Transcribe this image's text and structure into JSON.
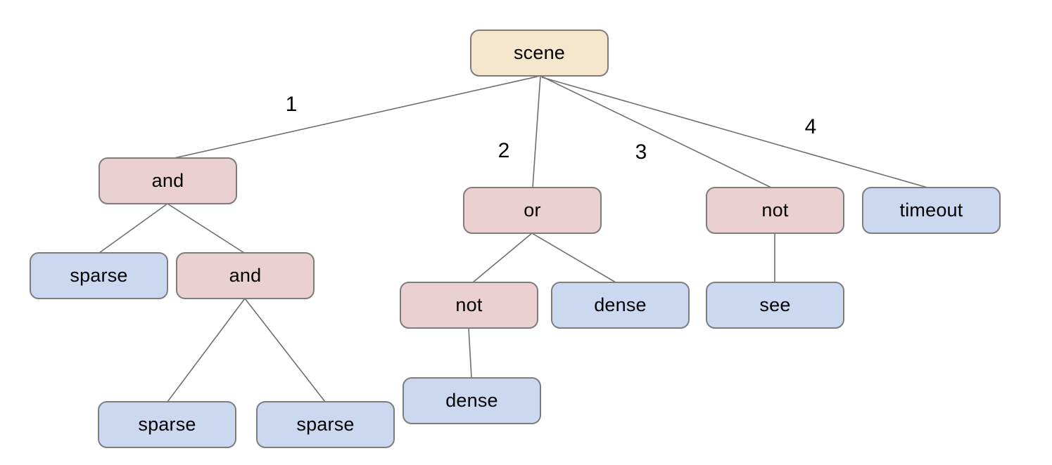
{
  "diagram_type": "tree",
  "colors": {
    "root_fill": "#f5e7cd",
    "operator_fill": "#ead0d0",
    "leaf_fill": "#ccd7f0",
    "node_border": "#7d7d7d",
    "edge_line": "#6f6f6f",
    "text": "#000000",
    "background": "#ffffff"
  },
  "nodes": [
    {
      "id": "scene",
      "label": "scene",
      "kind": "root"
    },
    {
      "id": "and1",
      "label": "and",
      "kind": "operator"
    },
    {
      "id": "or",
      "label": "or",
      "kind": "operator"
    },
    {
      "id": "not1",
      "label": "not",
      "kind": "operator"
    },
    {
      "id": "timeout",
      "label": "timeout",
      "kind": "leaf"
    },
    {
      "id": "sparse1",
      "label": "sparse",
      "kind": "leaf"
    },
    {
      "id": "and2",
      "label": "and",
      "kind": "operator"
    },
    {
      "id": "not2",
      "label": "not",
      "kind": "operator"
    },
    {
      "id": "dense1",
      "label": "dense",
      "kind": "leaf"
    },
    {
      "id": "see",
      "label": "see",
      "kind": "leaf"
    },
    {
      "id": "dense2",
      "label": "dense",
      "kind": "leaf"
    },
    {
      "id": "sparse2",
      "label": "sparse",
      "kind": "leaf"
    },
    {
      "id": "sparse3",
      "label": "sparse",
      "kind": "leaf"
    }
  ],
  "edge_labels": [
    {
      "text": "1"
    },
    {
      "text": "2"
    },
    {
      "text": "3"
    },
    {
      "text": "4"
    }
  ],
  "tree": {
    "label": "scene",
    "children": [
      {
        "edge": "1",
        "label": "and",
        "children": [
          {
            "label": "sparse"
          },
          {
            "label": "and",
            "children": [
              {
                "label": "sparse"
              },
              {
                "label": "sparse"
              }
            ]
          }
        ]
      },
      {
        "edge": "2",
        "label": "or",
        "children": [
          {
            "label": "not",
            "children": [
              {
                "label": "dense"
              }
            ]
          },
          {
            "label": "dense"
          }
        ]
      },
      {
        "edge": "3",
        "label": "not",
        "children": [
          {
            "label": "see"
          }
        ]
      },
      {
        "edge": "4",
        "label": "timeout"
      }
    ]
  }
}
